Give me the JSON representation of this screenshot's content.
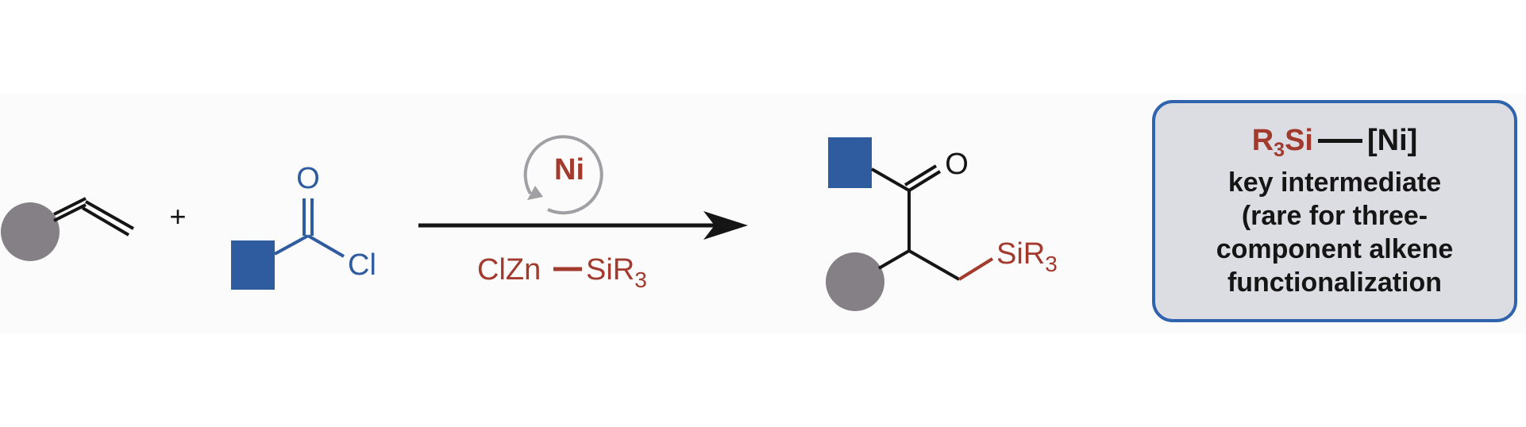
{
  "reactant_acyl": {
    "oxygen": "O",
    "chlorine": "Cl"
  },
  "plus_sign": "+",
  "catalyst": {
    "label": "Ni"
  },
  "reagent": {
    "left": "ClZn",
    "right_main": "SiR",
    "right_sub": "3"
  },
  "product": {
    "oxygen": "O",
    "silyl_main": "SiR",
    "silyl_sub": "3"
  },
  "key_box": {
    "silyl_main": "R",
    "silyl_sub": "3",
    "silyl_rest": "Si",
    "nickel": "[Ni]",
    "lines": [
      "key intermediate",
      "(rare for three-",
      "component alkene",
      "functionalization"
    ]
  },
  "colors": {
    "blue": "#2f5b9f",
    "gray_circle": "#858085",
    "red": "#a23a2e",
    "box_border": "#2f63ad",
    "box_fill": "#dcdce3"
  }
}
